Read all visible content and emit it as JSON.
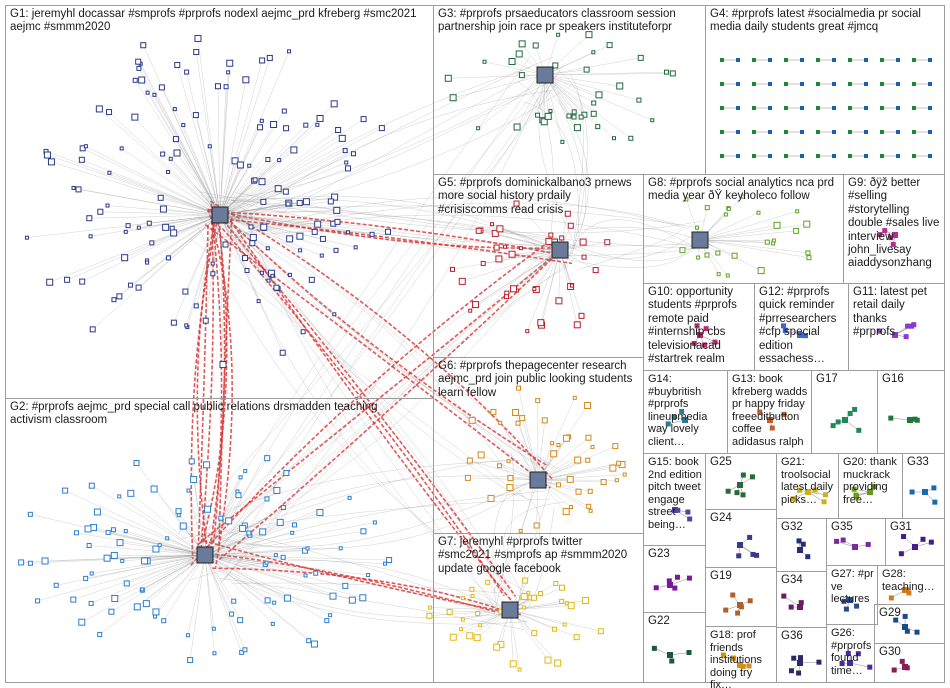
{
  "groups": [
    {
      "id": "G1",
      "label": "G1: jeremyhl docassar #smprofs #prprofs nodexl aejmc_prd kfreberg #smc2021\naejmc #smmm2020"
    },
    {
      "id": "G2",
      "label": "G2: #prprofs aejmc_prd special call public relations drsmadden teaching\nactivism classroom"
    },
    {
      "id": "G3",
      "label": "G3: #prprofs prsaeducators classroom session\npartnership join race pr speakers instituteforpr"
    },
    {
      "id": "G4",
      "label": "G4: #prprofs latest #socialmedia pr social\nmedia daily students great #jmcq"
    },
    {
      "id": "G5",
      "label": "G5: #prprofs dominickalbano3 prnews\nmore social history prdaily\n#crisiscomms read crisis"
    },
    {
      "id": "G6",
      "label": "G6: #prprofs thepagecenter research\naejmc_prd join public looking students\nlearn fellow"
    },
    {
      "id": "G7",
      "label": "G7: jeremyhl #prprofs twitter\n#smc2021 #smprofs ap #smmm2020\nupdate google facebook"
    },
    {
      "id": "G8",
      "label": "G8: #prprofs social analytics nca prd\nmedia year ðŸ keyholeco follow"
    },
    {
      "id": "G9",
      "label": "G9: ðÿž better\n#selling\n#storytelling\ndouble #sales live\ninterview\njohn_livesay\naiaddysonzhang"
    },
    {
      "id": "G10",
      "label": "G10: opportunity\nstudents #prprofs\nremote paid\n#internship cbs\ntelevisionacad\n#startrek realm"
    },
    {
      "id": "G11",
      "label": "G11: latest pet\nretail daily thanks\n#prprofs"
    },
    {
      "id": "G12",
      "label": "G12: #prprofs\nquick reminder\n#prresearchers\n#cfp special\nedition\nessachess…"
    },
    {
      "id": "G13",
      "label": "G13: book\nkfreberg wadds\npr happy friday\nfreeeditbutton\ncoffee\nadidasus ralph"
    },
    {
      "id": "G14",
      "label": "G14:\n#buybritish\n#prprofs\nlineupmedia\nway lovely\nclient…"
    },
    {
      "id": "G15",
      "label": "G15: book\n2nd edition\npitch tweet\nengage\nstreet\nbeing…"
    },
    {
      "id": "G16",
      "label": "G16"
    },
    {
      "id": "G17",
      "label": "G17"
    },
    {
      "id": "G18",
      "label": "G18: prof\nfriends\ninstitutions\ndoing try fix…"
    },
    {
      "id": "G19",
      "label": "G19"
    },
    {
      "id": "G20",
      "label": "G20: thank\nmuckrack\nproviding\nfree…"
    },
    {
      "id": "G21",
      "label": "G21:\ntroolsocial\nlatest daily\npicks…"
    },
    {
      "id": "G22",
      "label": "G22"
    },
    {
      "id": "G23",
      "label": "G23"
    },
    {
      "id": "G24",
      "label": "G24"
    },
    {
      "id": "G25",
      "label": "G25"
    },
    {
      "id": "G26",
      "label": "G26:\n#prprofs\nfound\ntime…"
    },
    {
      "id": "G27",
      "label": "G27: #pr\nve\nlectures"
    },
    {
      "id": "G28",
      "label": "G28:\nteaching…"
    },
    {
      "id": "G29",
      "label": "G29"
    },
    {
      "id": "G30",
      "label": "G30"
    },
    {
      "id": "G31",
      "label": "G31"
    },
    {
      "id": "G32",
      "label": "G32"
    },
    {
      "id": "G33",
      "label": "G33"
    },
    {
      "id": "G34",
      "label": "G34"
    },
    {
      "id": "G35",
      "label": "G35"
    },
    {
      "id": "G36",
      "label": "G36"
    }
  ],
  "colors": {
    "g1": "#2a3a8c",
    "g2": "#2b7fd0",
    "g3": "#1f6b3a",
    "g4": "#1a8a3a",
    "g5": "#b81e2a",
    "g6": "#d08a1a",
    "g7": "#e0b810",
    "g8": "#5aa61e",
    "g9": "#b03090",
    "edge": "#8a8a8a",
    "edgeRed": "#d83030",
    "border": "#9c9c9c"
  }
}
